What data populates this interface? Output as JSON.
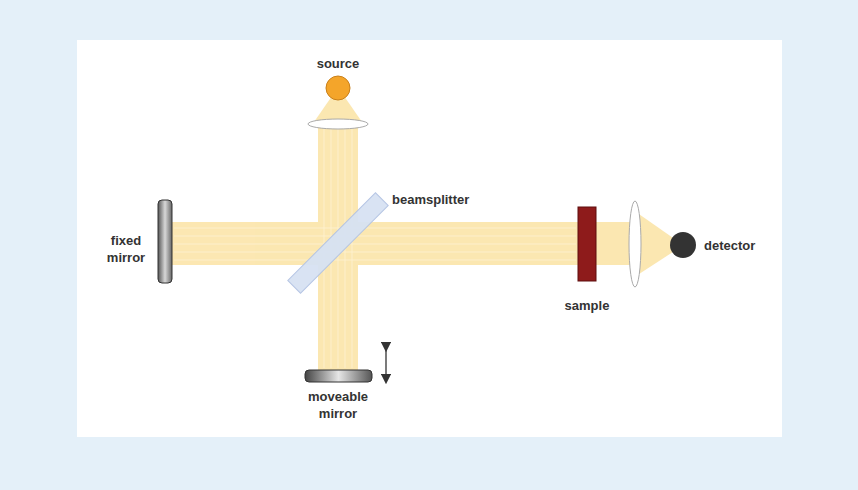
{
  "diagram": {
    "labels": [
      "source",
      "beamsplitter",
      "fixed mirror",
      "moveable mirror",
      "sample",
      "detector"
    ]
  }
}
